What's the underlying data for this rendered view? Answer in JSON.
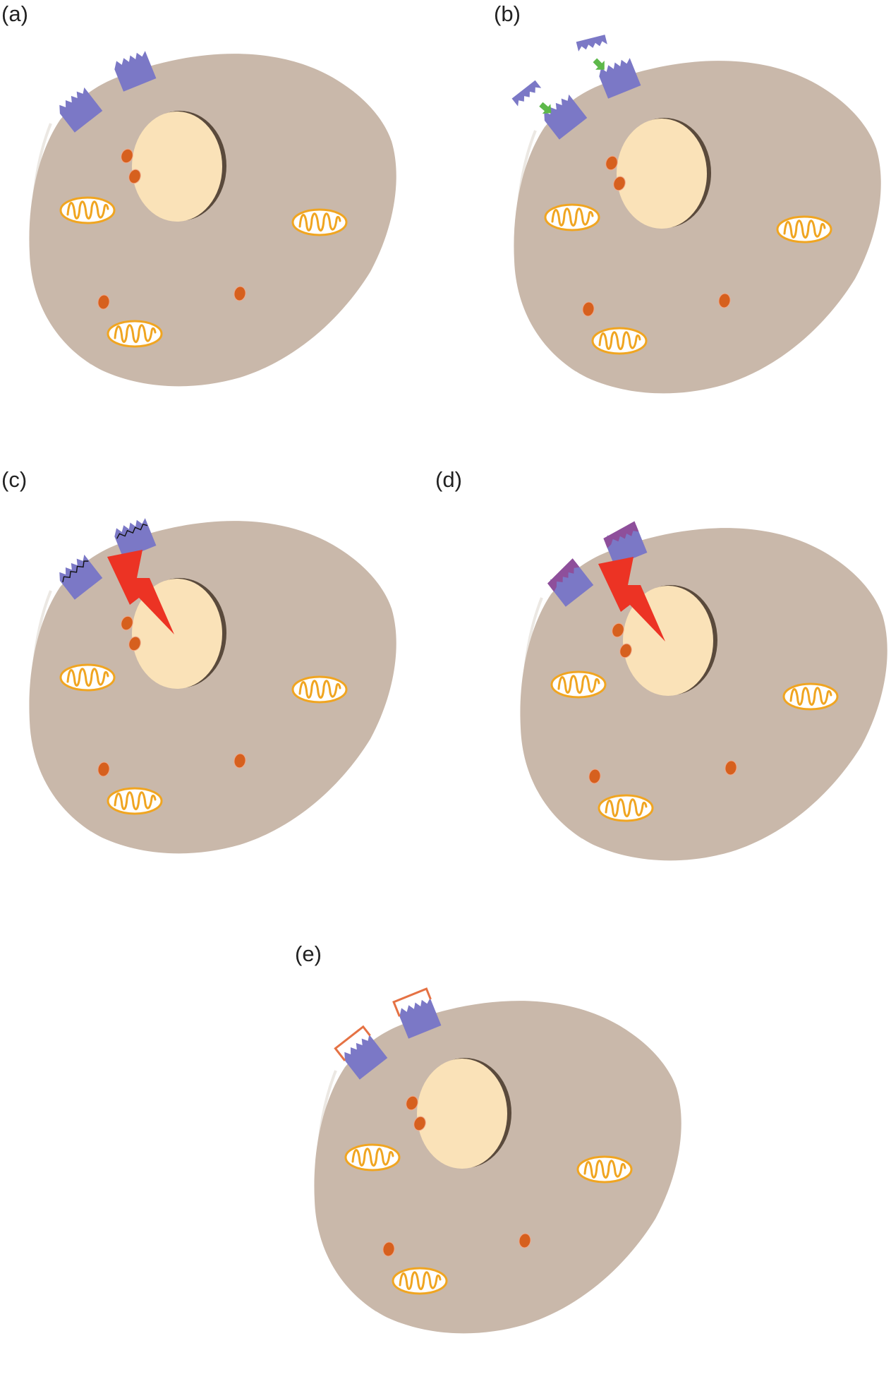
{
  "panels": [
    {
      "label": "(a)",
      "variant": "plain"
    },
    {
      "label": "(b)",
      "variant": "binding"
    },
    {
      "label": "(c)",
      "variant": "signal"
    },
    {
      "label": "(d)",
      "variant": "modified"
    },
    {
      "label": "(e)",
      "variant": "blocked"
    }
  ],
  "colors": {
    "cytoplasm": "#c9b8aa",
    "membrane_highlight": "#ece8e3",
    "nucleus": "#fae2b8",
    "nucleus_shadow": "#5a4a3c",
    "receptor": "#7b78c6",
    "ligand_arrow": "#5db84a",
    "signal": "#ec3324",
    "vesicle": "#d6601e",
    "mitochondrion_fill": "#ffffff",
    "mitochondrion_line": "#f0a521",
    "modification": "#8e4f9b",
    "blocker_outline": "#e57244"
  },
  "icons": {
    "receptor": "receptor-icon",
    "ligand": "ligand-icon",
    "signal": "lightning-bolt-icon",
    "vesicle": "vesicle-icon",
    "mitochondrion": "mitochondrion-icon",
    "nucleus": "nucleus-icon"
  }
}
